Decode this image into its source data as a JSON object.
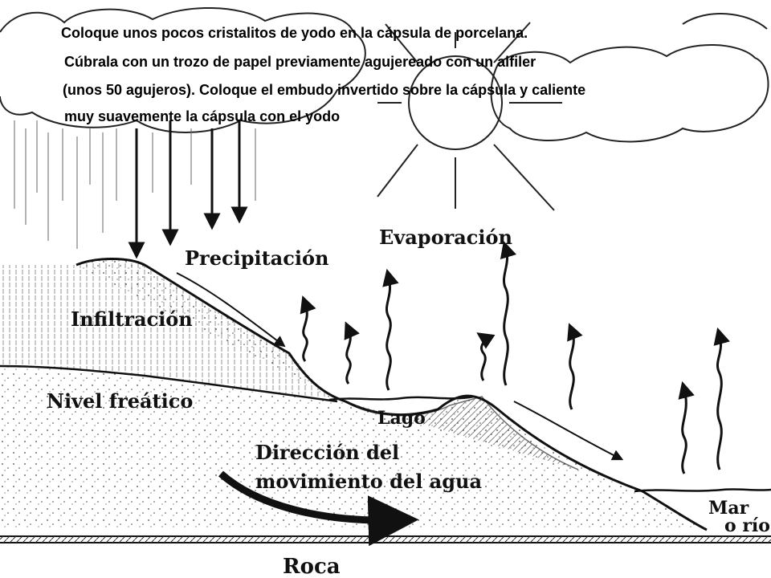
{
  "instructions": {
    "line1": "Coloque unos pocos cristalitos de yodo en la cápsula de porcelana.",
    "line2": "Cúbrala con un trozo de papel previamente agujereado con un alfiler",
    "line3": "(unos 50 agujeros). Coloque el embudo invertido sobre la cápsula y caliente",
    "line4": "muy suavemente la cápsula con el yodo"
  },
  "diagram": {
    "labels": {
      "precipitation": "Precipitación",
      "evaporation": "Evaporación",
      "infiltration": "Infiltración",
      "water_table": "Nivel freático",
      "lake": "Lago",
      "flow_direction_1": "Dirección del",
      "flow_direction_2": "movimiento del agua",
      "sea": "Mar",
      "or_river": "o río",
      "rock": "Roca"
    }
  },
  "colors": {
    "ink": "#111111",
    "background": "#ffffff"
  }
}
